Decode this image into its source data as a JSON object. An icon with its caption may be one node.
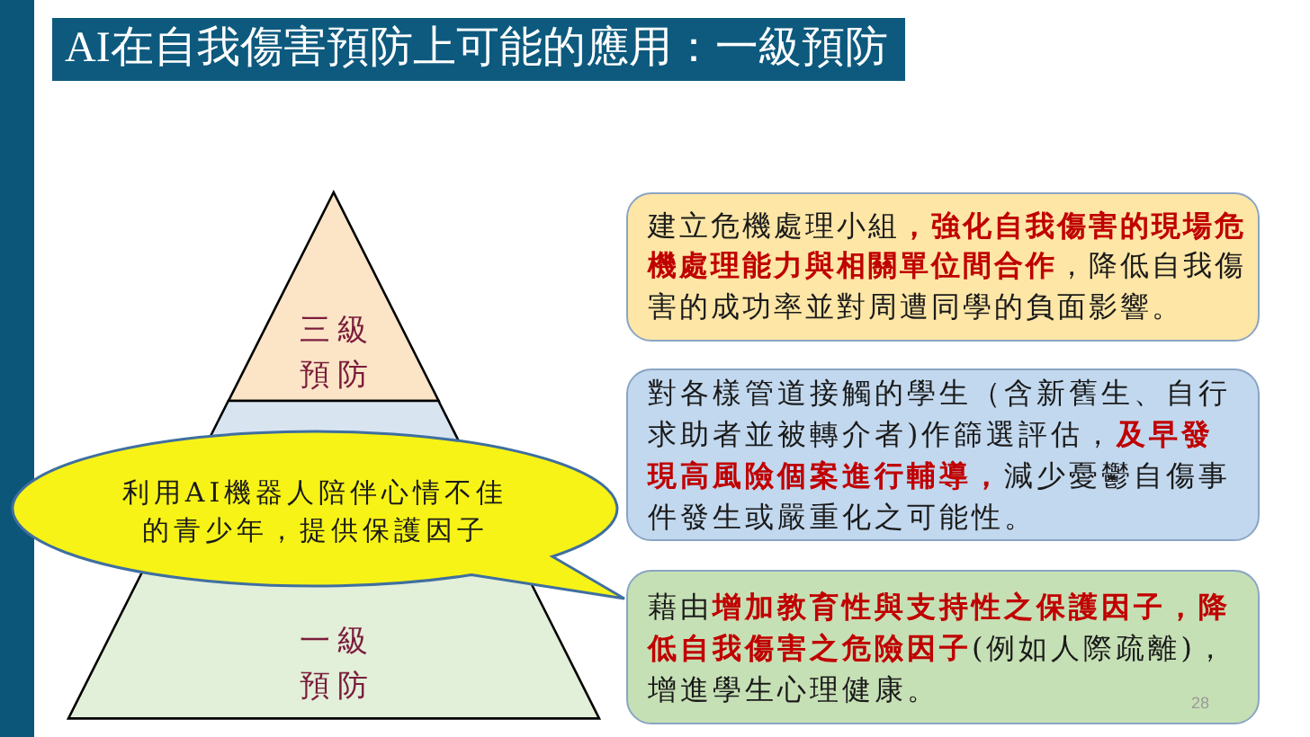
{
  "diagram": {
    "title": "AI在自我傷害預防上可能的應用：一級預防",
    "nodes": [
      {
        "text": [
          "三級預防"
        ]
      },
      {
        "text": [],
        "shape": "band"
      },
      {
        "text": [
          "一級預防"
        ]
      },
      {
        "text": [
          "利用AI機器人陪伴心情不佳的青少年，提供保護因子"
        ]
      },
      {
        "text": [
          "建立危機處理小組**，強化自我傷害的現場危機處理能力與相關單位間合作**，降低自我傷害的成功率並對周遭同學的負面影響。"
        ]
      },
      {
        "text": [
          "對各樣管道接觸的學生（含新舊生、自行求助者並被轉介者)作篩選評估，**及早發現高風險個案進行輔導，**減少憂鬱自傷事件發生或嚴重化之可能性。"
        ]
      },
      {
        "text": [
          "藉由**增加教育性與支持性之保護因子，降低自我傷害之危險因子**(例如人際疏離)，增進學生心理健康。"
        ]
      }
    ],
    "labels": [
      "28"
    ]
  }
}
